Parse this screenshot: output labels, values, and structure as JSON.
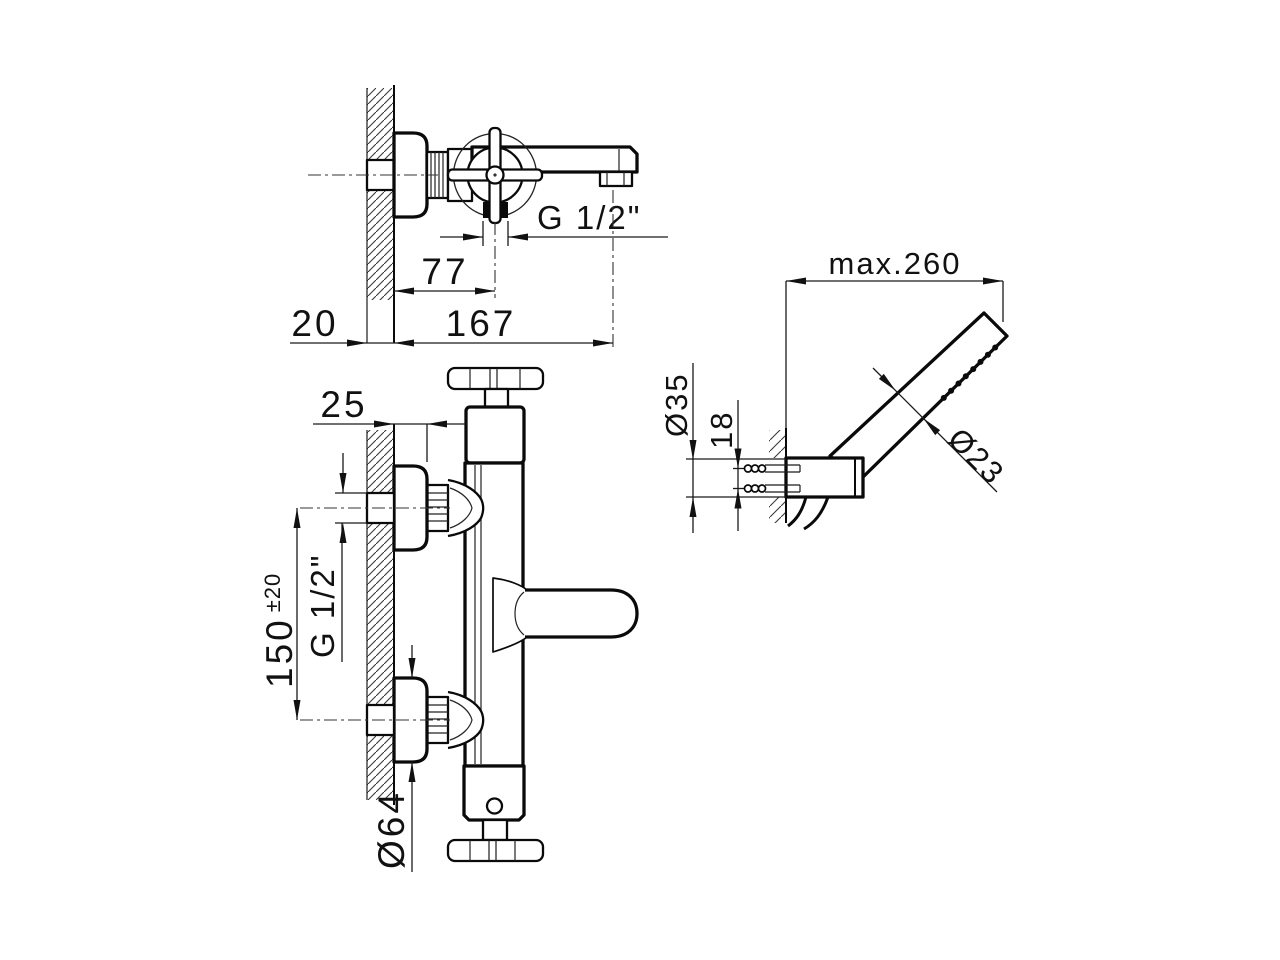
{
  "page": {
    "background": "#ffffff",
    "line_color": "#0a0a0a",
    "description": "Technical installation drawing of a wall-mounted thermostatic bath-shower mixer with hand shower holder, three orthographic views with dimensions in mm"
  },
  "views": {
    "spout_side": {
      "label": "bath-spout-side-view",
      "dims": {
        "wall_thickness": "20",
        "handle_offset": "77",
        "spout_reach": "167",
        "outlet_thread": "G 1/2\""
      }
    },
    "mixer_front": {
      "label": "mixer-front-view",
      "dims": {
        "escutcheon_depth": "25",
        "inlet_spacing": "150",
        "inlet_spacing_tol": "±20",
        "inlet_thread": "G 1/2\"",
        "escutcheon_diameter": "Ø64"
      }
    },
    "handshower": {
      "label": "handshower-holder-view",
      "dims": {
        "max_reach": "max.260",
        "holder_diameter": "Ø35",
        "screw_spacing": "18",
        "handle_diameter": "Ø23"
      }
    }
  }
}
